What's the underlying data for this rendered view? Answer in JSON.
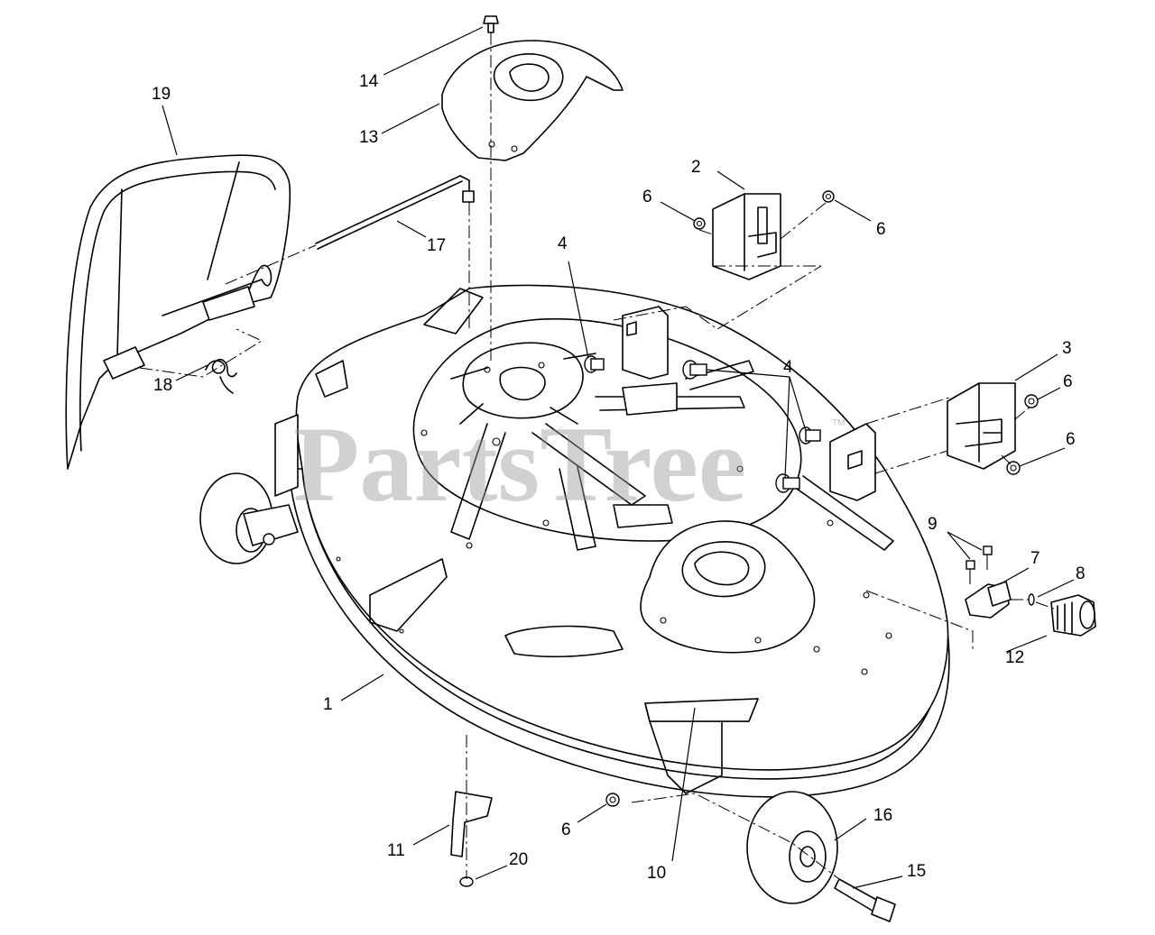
{
  "watermark": {
    "text": "PartsTree",
    "tm": "TM"
  },
  "callouts": [
    {
      "id": "c1",
      "label": "1"
    },
    {
      "id": "c2",
      "label": "2"
    },
    {
      "id": "c3",
      "label": "3"
    },
    {
      "id": "c4a",
      "label": "4"
    },
    {
      "id": "c4b",
      "label": "4"
    },
    {
      "id": "c6a",
      "label": "6"
    },
    {
      "id": "c6b",
      "label": "6"
    },
    {
      "id": "c6c",
      "label": "6"
    },
    {
      "id": "c6d",
      "label": "6"
    },
    {
      "id": "c6e",
      "label": "6"
    },
    {
      "id": "c7",
      "label": "7"
    },
    {
      "id": "c8",
      "label": "8"
    },
    {
      "id": "c9",
      "label": "9"
    },
    {
      "id": "c10",
      "label": "10"
    },
    {
      "id": "c11",
      "label": "11"
    },
    {
      "id": "c12",
      "label": "12"
    },
    {
      "id": "c13",
      "label": "13"
    },
    {
      "id": "c14",
      "label": "14"
    },
    {
      "id": "c15",
      "label": "15"
    },
    {
      "id": "c16",
      "label": "16"
    },
    {
      "id": "c17",
      "label": "17"
    },
    {
      "id": "c18",
      "label": "18"
    },
    {
      "id": "c19",
      "label": "19"
    },
    {
      "id": "c20",
      "label": "20"
    }
  ]
}
